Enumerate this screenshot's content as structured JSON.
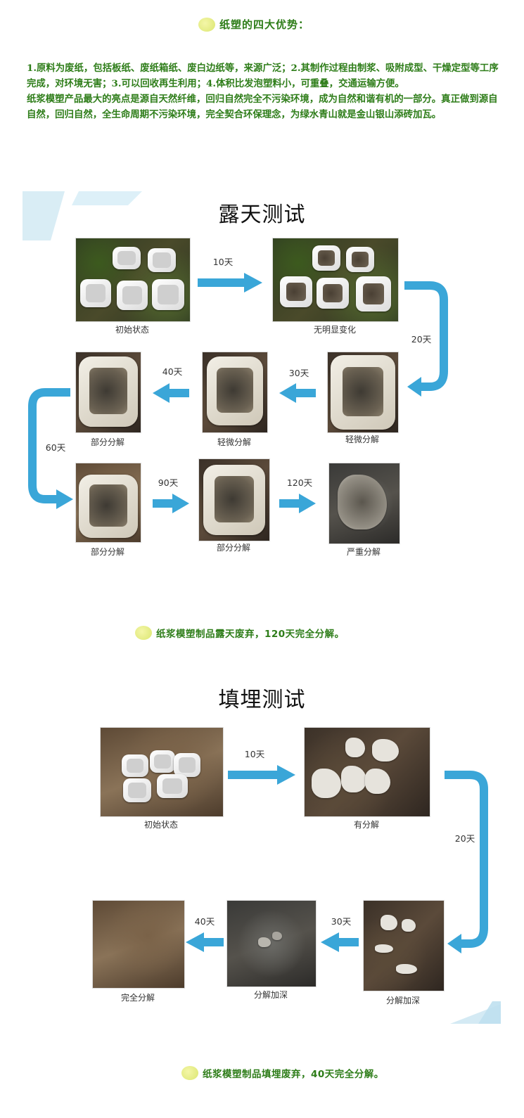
{
  "header": {
    "title": "纸塑的四大优势："
  },
  "intro": {
    "paragraph1": "1.原料为废纸，包括板纸、废纸箱纸、废白边纸等，来源广泛；2.其制作过程由制浆、吸附成型、干燥定型等工序完成，对环境无害；3.可以回收再生利用；4.体积比发泡塑料小，可重叠，交通运输方便。",
    "paragraph2": "纸浆模塑产品最大的亮点是源自天然纤维，回归自然完全不污染环境，成为自然和谐有机的一部分。真正做到源自自然，回归自然，全生命周期不污染环境，完全契合环保理念，为绿水青山就是金山银山添砖加瓦。"
  },
  "open_air_test": {
    "title": "露天测试",
    "photos": [
      {
        "caption": "初始状态"
      },
      {
        "caption": "无明显变化"
      },
      {
        "caption": "轻微分解"
      },
      {
        "caption": "轻微分解"
      },
      {
        "caption": "部分分解"
      },
      {
        "caption": "部分分解"
      },
      {
        "caption": "部分分解"
      },
      {
        "caption": "严重分解"
      }
    ],
    "intervals": [
      "10天",
      "20天",
      "30天",
      "40天",
      "60天",
      "90天",
      "120天"
    ],
    "conclusion": "纸浆模塑制品露天废弃，120天完全分解。"
  },
  "burial_test": {
    "title": "填埋测试",
    "photos": [
      {
        "caption": "初始状态"
      },
      {
        "caption": "有分解"
      },
      {
        "caption": "分解加深"
      },
      {
        "caption": "分解加深"
      },
      {
        "caption": "完全分解"
      }
    ],
    "intervals": [
      "10天",
      "20天",
      "30天",
      "40天"
    ],
    "conclusion": "纸浆模塑制品填埋废弃，40天完全分解。"
  },
  "colors": {
    "text_green": "#2e7d19",
    "arrow_blue": "#3aa6d8",
    "pill_yellow": "#e8ef8c"
  }
}
